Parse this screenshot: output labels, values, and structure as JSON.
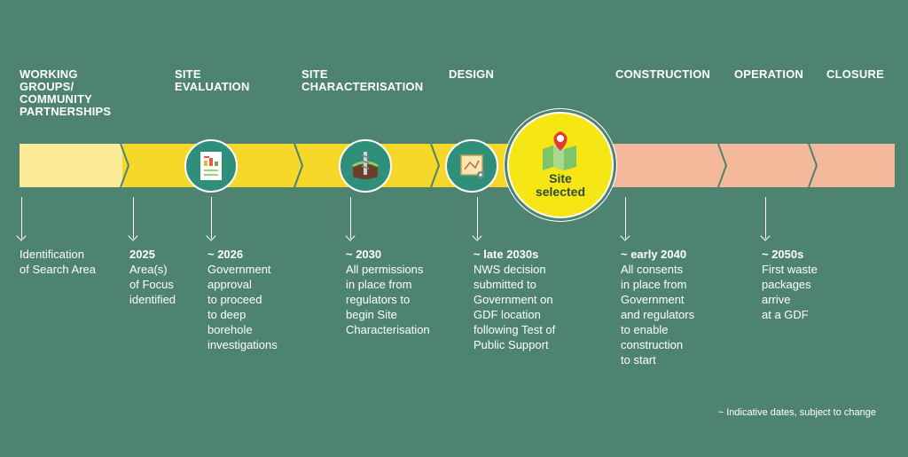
{
  "stages": [
    {
      "label": "WORKING\nGROUPS/\nCOMMUNITY\nPARTNERSHIPS"
    },
    {
      "label": "SITE\nEVALUATION"
    },
    {
      "label": "SITE\nCHARACTERISATION"
    },
    {
      "label": "DESIGN"
    },
    {
      "label": "CONSTRUCTION"
    },
    {
      "label": "OPERATION"
    },
    {
      "label": "CLOSURE"
    }
  ],
  "milestone": {
    "label": "Site\nselected"
  },
  "events": [
    {
      "date": "",
      "desc": "Identification\nof Search Area"
    },
    {
      "date": "2025",
      "desc": "Area(s)\nof Focus\nidentified"
    },
    {
      "date": "~ 2026",
      "desc": "Government\napproval\nto proceed\nto deep\nborehole\ninvestigations"
    },
    {
      "date": "~ 2030",
      "desc": "All permissions\nin place from\nregulators to\nbegin Site\nCharacterisation"
    },
    {
      "date": "~ late 2030s",
      "desc": "NWS decision\nsubmitted to\nGovernment on\nGDF location\nfollowing Test of\nPublic Support"
    },
    {
      "date": "~ early 2040",
      "desc": "All consents\nin place from\nGovernment\nand regulators\nto enable\nconstruction\nto start"
    },
    {
      "date": "~ 2050s",
      "desc": "First waste\npackages\narrive\nat a GDF"
    }
  ],
  "footnote": "~ Indicative dates, subject to change",
  "icons": [
    "document-chart-icon",
    "borehole-drill-icon",
    "blueprint-design-icon",
    "map-pin-icon"
  ],
  "colors": {
    "background": "#4e8372",
    "early": "#fdeb99",
    "yellow": "#f5d82a",
    "peach": "#f4b89a"
  }
}
